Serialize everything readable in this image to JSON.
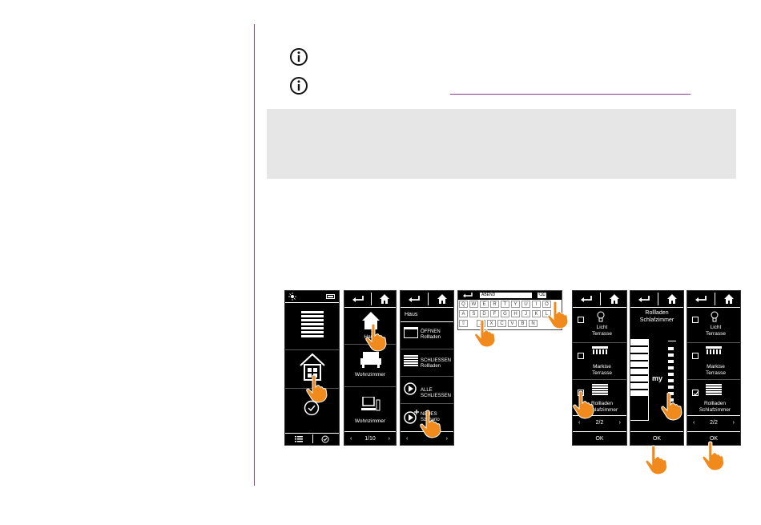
{
  "screens": {
    "home": {
      "bottom_list_icon": "list-icon",
      "bottom_check_icon": "check-circle-icon"
    },
    "rooms": {
      "room1": "Haus",
      "room2": "Wohnzimmer",
      "room3": "Wohnzimmer",
      "pager": "1/10"
    },
    "scenarios": {
      "header": "Haus",
      "item1_a": "ÖFFNEN",
      "item1_b": "Rollladen",
      "item2_a": "SCHLIESSEN",
      "item2_b": "Rollladen",
      "item3_a": "ALLE",
      "item3_b": "SCHLIESSEN",
      "item4_a": "NEUES",
      "item4_b": "Szenario"
    },
    "keyboard": {
      "field_value": "ABEND",
      "row1": [
        "Q",
        "W",
        "E",
        "R",
        "T",
        "Y",
        "U",
        "I",
        "O"
      ],
      "row2": [
        "A",
        "S",
        "D",
        "F",
        "G",
        "H",
        "J",
        "K",
        "L"
      ],
      "row3": [
        "Z",
        "X",
        "C",
        "V",
        "B",
        "N"
      ]
    },
    "select": {
      "item1_a": "Licht",
      "item1_b": "Terrasse",
      "item2_a": "Markise",
      "item2_b": "Terrasse",
      "item3_a": "Rollladen",
      "item3_b": "Schlafzimmer",
      "pager": "2/2",
      "ok": "OK"
    },
    "position": {
      "title_a": "Rollladen",
      "title_b": "Schlafzimmer",
      "my_label": "my",
      "ok": "OK"
    },
    "select2": {
      "item1_a": "Licht",
      "item1_b": "Terrasse",
      "item2_a": "Markise",
      "item2_b": "Terrasse",
      "item3_a": "Rollladen",
      "item3_b": "Schlafzimmer",
      "pager": "2/2",
      "ok": "OK"
    }
  },
  "colors": {
    "accent": "#8b3a8f",
    "grey_box": "#e6e6e6",
    "hand": "#f08a1c"
  }
}
